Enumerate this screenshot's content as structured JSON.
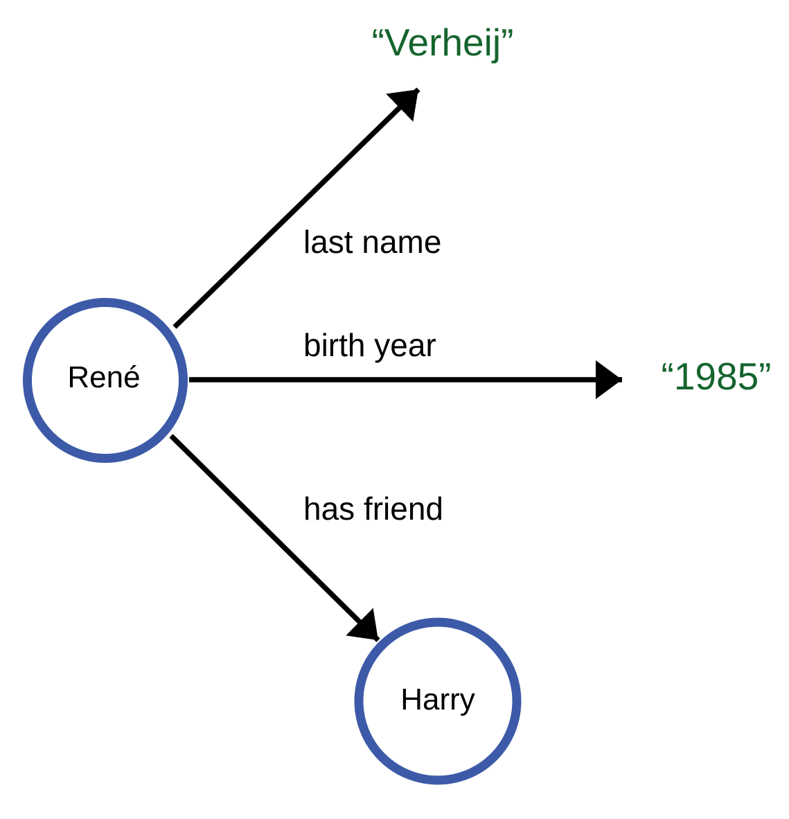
{
  "diagram": {
    "type": "rdf-graph",
    "nodes": [
      {
        "id": "rene",
        "label": "René"
      },
      {
        "id": "harry",
        "label": "Harry"
      }
    ],
    "literals": [
      {
        "id": "verheij",
        "label": "“Verheij”"
      },
      {
        "id": "1985",
        "label": "“1985”"
      }
    ],
    "edges": [
      {
        "label": "last name",
        "from": "rene",
        "to": "verheij"
      },
      {
        "label": "birth year",
        "from": "rene",
        "to": "1985"
      },
      {
        "label": "has friend",
        "from": "rene",
        "to": "harry"
      }
    ],
    "colors": {
      "node_border": "#3c5aa8",
      "node_fill": "#ffffff",
      "edge_stroke": "#000000",
      "label_text": "#000000",
      "literal_text": "#14642d",
      "background": "#ffffff"
    }
  }
}
